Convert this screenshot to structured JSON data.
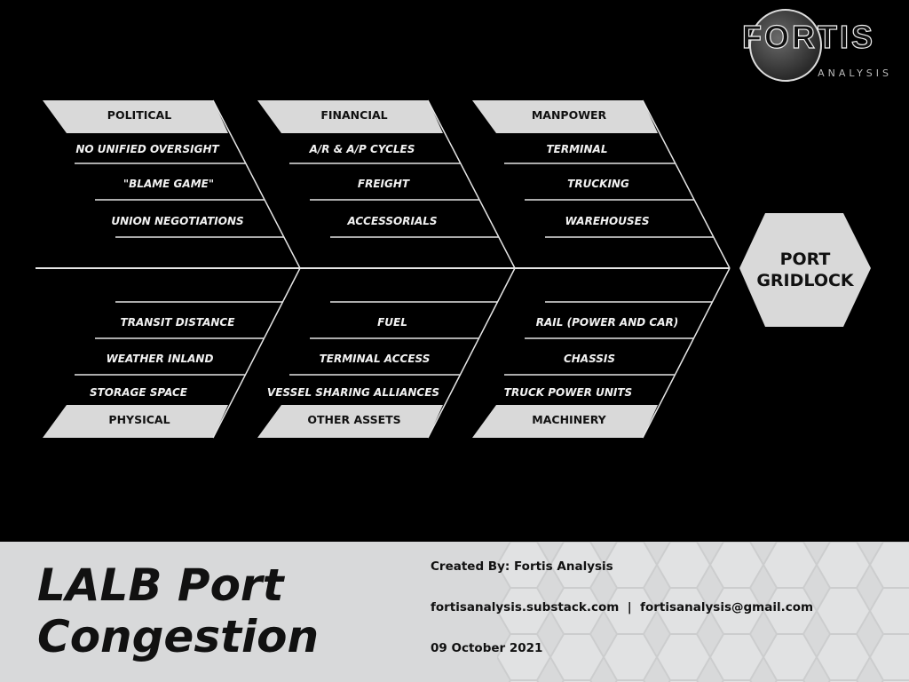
{
  "logo": {
    "name": "FORTIS",
    "sub": "ANALYSIS"
  },
  "effect": {
    "line1": "PORT",
    "line2": "GRIDLOCK"
  },
  "categories": [
    {
      "label": "POLITICAL",
      "position": "top",
      "items": [
        "NO UNIFIED OVERSIGHT",
        "\"BLAME GAME\"",
        "UNION NEGOTIATIONS"
      ]
    },
    {
      "label": "FINANCIAL",
      "position": "top",
      "items": [
        "A/R  &  A/P CYCLES",
        "FREIGHT",
        "ACCESSORIALS"
      ]
    },
    {
      "label": "MANPOWER",
      "position": "top",
      "items": [
        "TERMINAL",
        "TRUCKING",
        "WAREHOUSES"
      ]
    },
    {
      "label": "PHYSICAL",
      "position": "bottom",
      "items": [
        "TRANSIT DISTANCE",
        "WEATHER INLAND",
        "STORAGE SPACE"
      ]
    },
    {
      "label": "OTHER ASSETS",
      "position": "bottom",
      "items": [
        "FUEL",
        "TERMINAL ACCESS",
        "VESSEL SHARING ALLIANCES"
      ]
    },
    {
      "label": "MACHINERY",
      "position": "bottom",
      "items": [
        "RAIL (POWER AND CAR)",
        "CHASSIS",
        "TRUCK POWER UNITS"
      ]
    }
  ],
  "footer": {
    "title_line1": "LALB Port",
    "title_line2": "Congestion",
    "created_by": "Created By: Fortis Analysis",
    "contact": "fortisanalysis.substack.com  |  fortisanalysis@gmail.com",
    "date": "09 October 2021"
  }
}
